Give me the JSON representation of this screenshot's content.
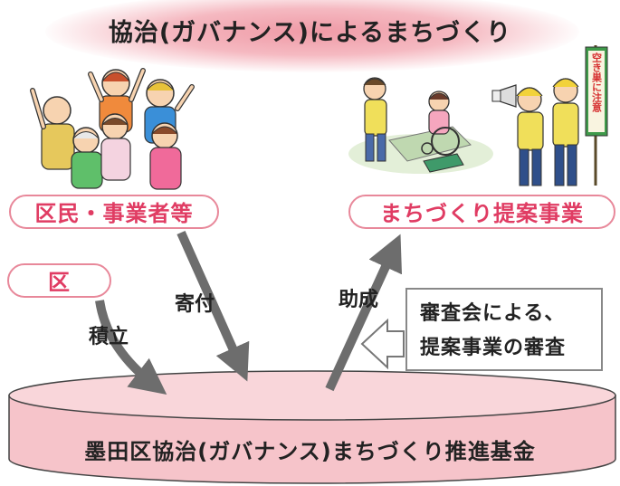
{
  "title": "協治(ガバナンス)によるまちづくり",
  "nodes": {
    "citizens": "区民・事業者等",
    "proposal": "まちづくり提案事業",
    "ward": "区"
  },
  "flows": {
    "donation": "寄付",
    "subsidy": "助成",
    "reserve": "積立"
  },
  "review": {
    "line1": "審査会による、",
    "line2": "提案事業の審査"
  },
  "fund": "墨田区協治(ガバナンス)まちづくり推進基金",
  "illustration_texts": {
    "banner": "空き巣に注意"
  },
  "colors": {
    "accent": "#e03c63",
    "pill_border": "#e8889a",
    "arrow": "#6d6d6d",
    "fund_fill": "#f6c4ca"
  },
  "icons": {
    "citizens_illustration": "cheering-crowd-icon",
    "proposal_illustration": "community-activities-icon"
  }
}
